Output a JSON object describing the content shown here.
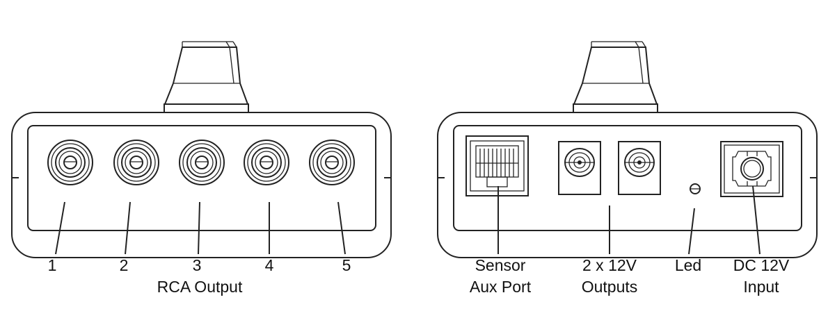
{
  "left_panel": {
    "port_numbers": [
      "1",
      "2",
      "3",
      "4",
      "5"
    ],
    "group_label": "RCA Output"
  },
  "right_panel": {
    "labels": {
      "sensor_line1": "Sensor",
      "sensor_line2": "Aux Port",
      "outputs_line1": "2 x 12V",
      "outputs_line2": "Outputs",
      "led": "Led",
      "dc_line1": "DC 12V",
      "dc_line2": "Input"
    }
  }
}
